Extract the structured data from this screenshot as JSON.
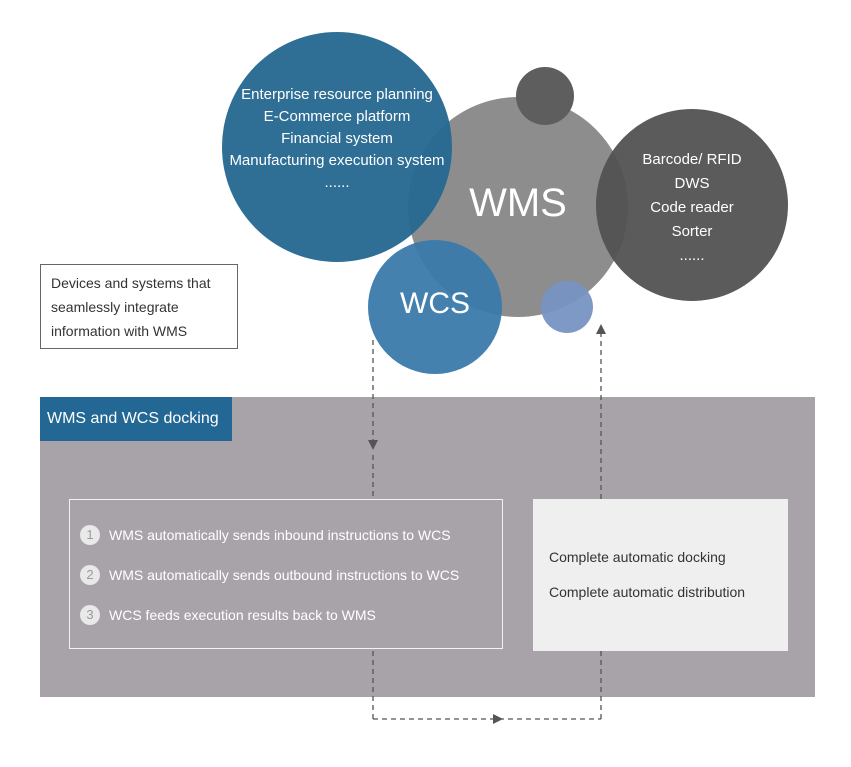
{
  "circles": {
    "erp": {
      "lines": [
        "Enterprise resource planning",
        "E-Commerce platform",
        "Financial system",
        "Manufacturing execution system",
        "......"
      ]
    },
    "wms": {
      "label": "WMS"
    },
    "devices": {
      "lines": [
        "Barcode/ RFID",
        "DWS",
        "Code reader",
        "Sorter",
        "......"
      ]
    },
    "wcs": {
      "label": "WCS"
    }
  },
  "note": {
    "lines": [
      "Devices and systems that",
      "seamlessly integrate",
      "information with WMS"
    ]
  },
  "panel": {
    "title": "WMS and WCS docking",
    "steps": [
      {
        "num": "1",
        "text": "WMS automatically sends inbound instructions to WCS"
      },
      {
        "num": "2",
        "text": "WMS automatically sends outbound instructions to WCS"
      },
      {
        "num": "3",
        "text": "WCS feeds execution results back to WMS"
      }
    ],
    "results": [
      "Complete automatic docking",
      "Complete automatic distribution"
    ]
  },
  "colors": {
    "erp_blue": "#266891",
    "wcs_blue": "#3a7aaa",
    "wms_gray": "#7d7d7d",
    "devices_gray": "#525252",
    "panel_gray": "#a8a3a8",
    "title_blue": "#236894"
  }
}
